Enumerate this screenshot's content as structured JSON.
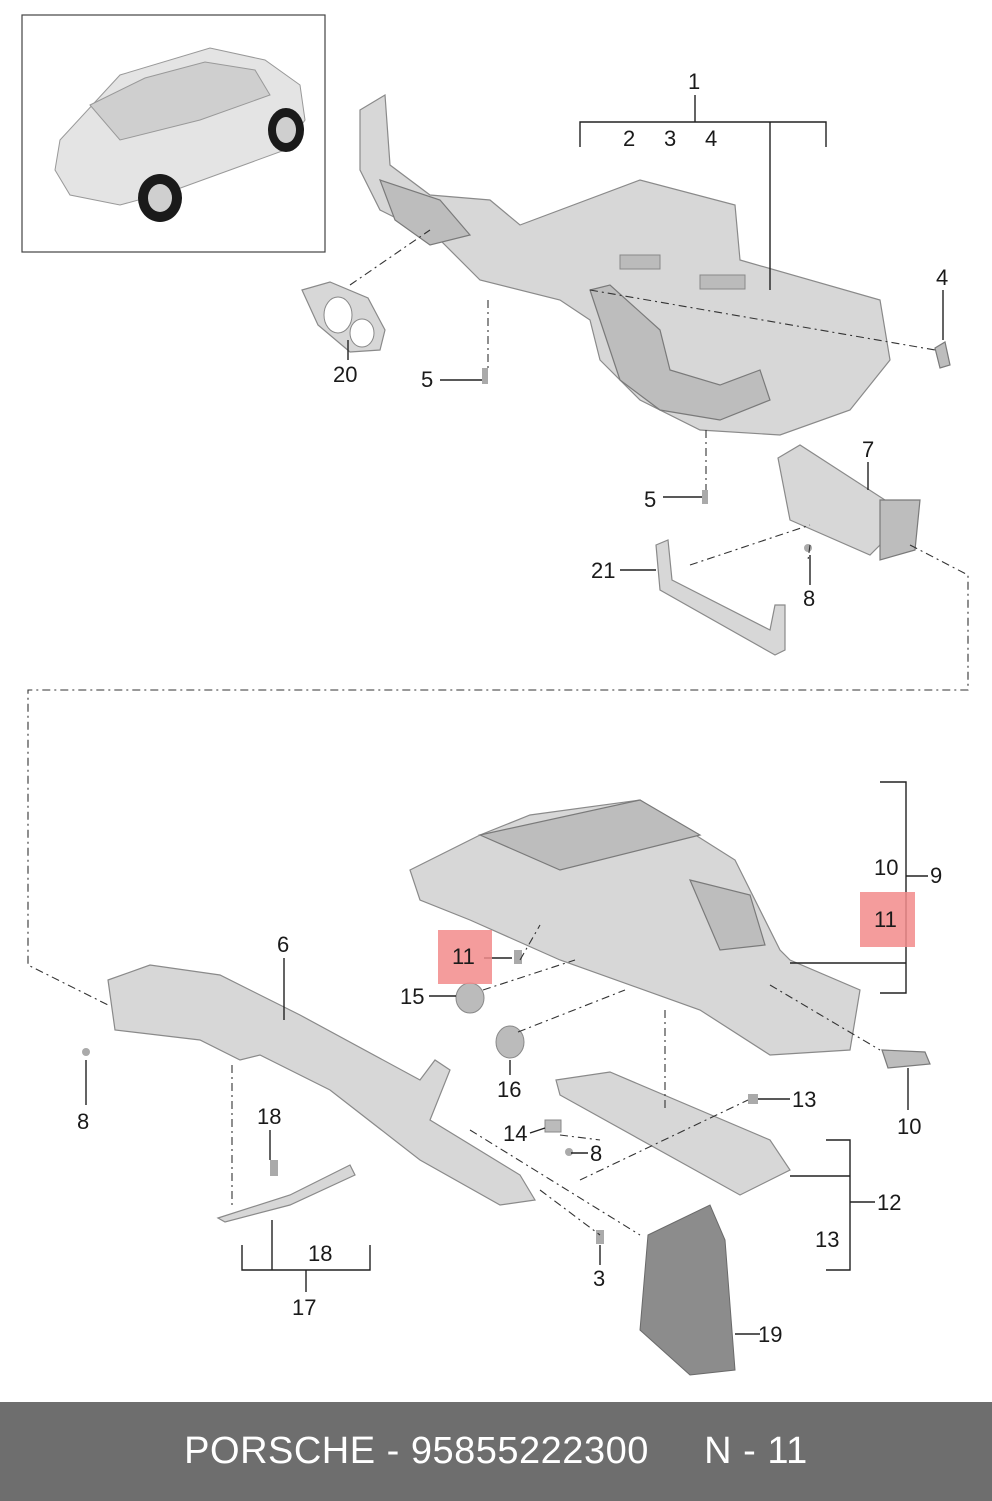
{
  "footer": {
    "brand": "PORSCHE",
    "separator": "-",
    "part_number": "95855222300",
    "page_label": "N - 11"
  },
  "callouts": {
    "c1": "1",
    "c2": "2",
    "c3": "3",
    "c4": "4",
    "c4b": "4",
    "c5a": "5",
    "c5b": "5",
    "c6": "6",
    "c7": "7",
    "c8a": "8",
    "c8b": "8",
    "c8c": "8",
    "c9": "9",
    "c10a": "10",
    "c10b": "10",
    "c11a": "11",
    "c11b": "11",
    "c12": "12",
    "c13a": "13",
    "c13b": "13",
    "c14": "14",
    "c15": "15",
    "c16": "16",
    "c17": "17",
    "c18a": "18",
    "c18b": "18",
    "c19": "19",
    "c20": "20",
    "c21": "21",
    "c3b": "3"
  },
  "highlight_color": "#f28b8b"
}
